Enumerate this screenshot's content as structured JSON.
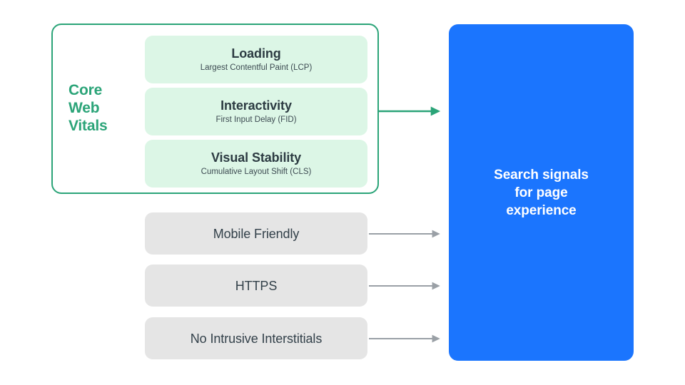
{
  "diagram": {
    "title": "Search signals for page experience",
    "background_color": "#FFFFFF",
    "colors": {
      "green_accent": "#2BA478",
      "green_card_fill": "#DCF6E6",
      "gray_box_fill": "#E5E5E5",
      "blue_box_fill": "#1B75FE",
      "dark_text": "#2C3B42",
      "gray_arrow": "#9AA0A6",
      "white_text": "#FFFFFF"
    }
  },
  "core_web_vitals": {
    "group_label": "Core\nWeb\nVitals",
    "group_label_lines": [
      "Core",
      "Web",
      "Vitals"
    ],
    "metrics": [
      {
        "title": "Loading",
        "subtitle": "Largest Contentful Paint (LCP)",
        "abbr": "LCP"
      },
      {
        "title": "Interactivity",
        "subtitle": "First Input Delay (FID)",
        "abbr": "FID"
      },
      {
        "title": "Visual Stability",
        "subtitle": "Cumulative Layout Shift (CLS)",
        "abbr": "CLS"
      }
    ]
  },
  "other_signals": [
    {
      "label": "Mobile Friendly"
    },
    {
      "label": "HTTPS"
    },
    {
      "label": "No Intrusive Interstitials"
    }
  ],
  "destination": {
    "text": "Search signals\nfor page\nexperience",
    "lines": [
      "Search signals",
      "for page",
      "experience"
    ]
  },
  "arrows": [
    {
      "name": "core-web-vitals-arrow",
      "color": "#2BA478",
      "from": "core-web-vitals-group",
      "to": "destination-box"
    },
    {
      "name": "mobile-friendly-arrow",
      "color": "#9AA0A6",
      "from": "signal-mobile-friendly",
      "to": "destination-box"
    },
    {
      "name": "https-arrow",
      "color": "#9AA0A6",
      "from": "signal-https",
      "to": "destination-box"
    },
    {
      "name": "no-intrusive-interstitials-arrow",
      "color": "#9AA0A6",
      "from": "signal-no-intrusive-interstitials",
      "to": "destination-box"
    }
  ]
}
